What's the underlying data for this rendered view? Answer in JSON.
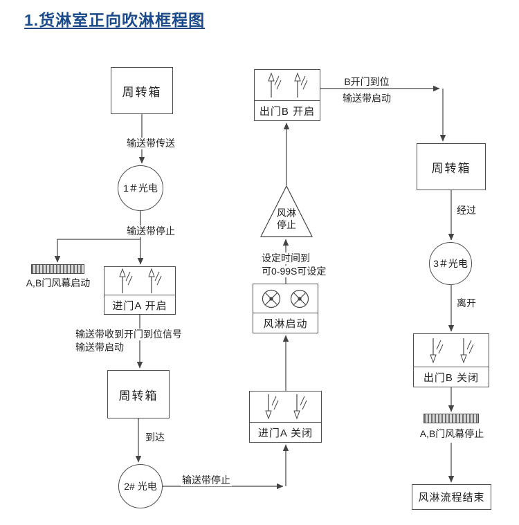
{
  "title": "1.货淋室正向吹淋框程图",
  "nodes": {
    "turnover_box_1": "周转箱",
    "photo_1": "1＃光电",
    "curtain_start_label": "A,B门风幕启动",
    "door_a_open": "进门A 开启",
    "turnover_box_2": "周转箱",
    "photo_2": "2# 光电",
    "door_a_close": "进门A 关闭",
    "air_shower_start": "风淋启动",
    "air_shower_stop_line1": "风淋",
    "air_shower_stop_line2": "停止",
    "door_b_open": "出门B 开启",
    "turnover_box_3": "周转箱",
    "photo_3": "3＃光电",
    "door_b_close": "出门B 关闭",
    "curtain_stop_label": "A,B门风幕停止",
    "process_end": "风淋流程结束"
  },
  "edge_labels": {
    "conveyor_transfer": "输送带传送",
    "conveyor_stop_1": "输送带停止",
    "door_open_signal_line1": "输送带收到开门到位信号",
    "door_open_signal_line2": "输送带启动",
    "arrive": "到达",
    "conveyor_stop_2": "输送带停止",
    "timer_line1": "设定时间到",
    "timer_line2": "可0-99S可设定",
    "b_door_in_place": "B开门到位",
    "conveyor_start": "输送带启动",
    "pass_by": "经过",
    "leave": "离开"
  },
  "colors": {
    "title_blue": "#1a4a8a",
    "line_color": "#444444"
  }
}
